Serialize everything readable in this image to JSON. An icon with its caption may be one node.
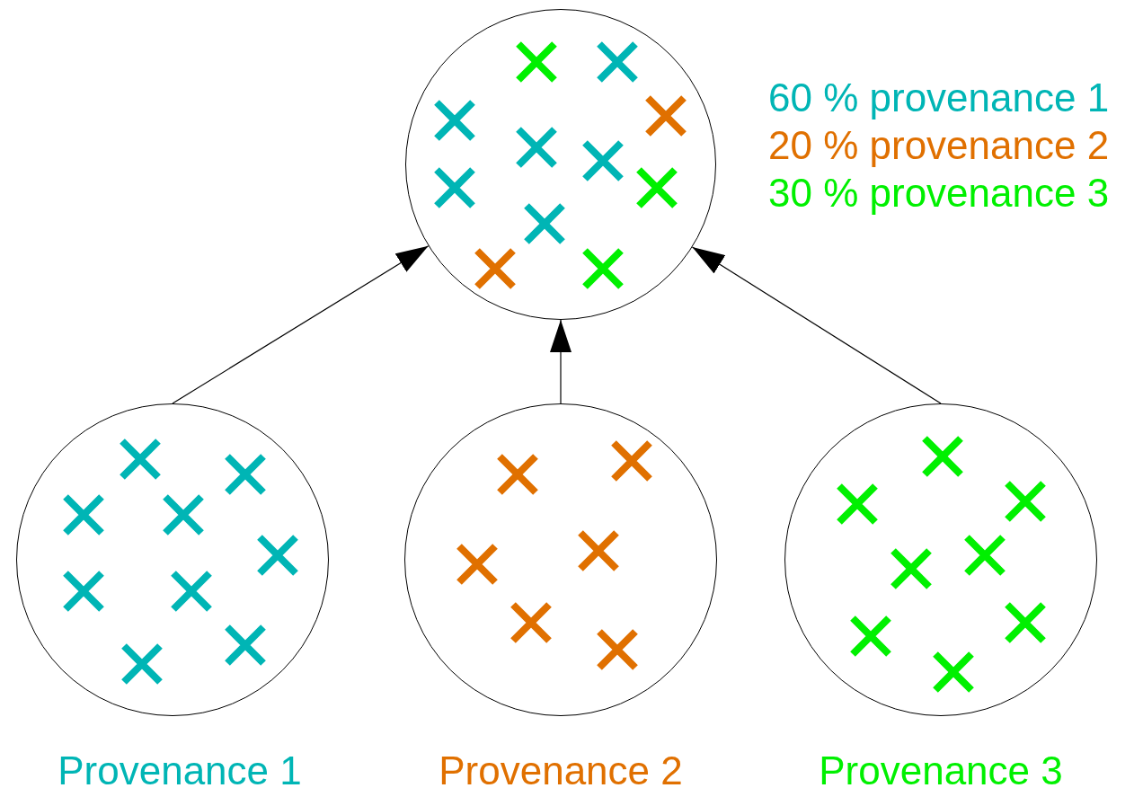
{
  "diagram": {
    "nodes": [
      {
        "text": [],
        "shape": "circle",
        "beside": [
          "60 % provenance 1",
          "20 % provenance 2",
          "30 % provenance 3"
        ]
      },
      {
        "text": [],
        "shape": "circle",
        "beside": [
          "Provenance 1"
        ]
      },
      {
        "text": [],
        "shape": "circle",
        "beside": [
          "Provenance 2"
        ]
      },
      {
        "text": [],
        "shape": "circle",
        "beside": [
          "Provenance 3"
        ]
      }
    ],
    "edges": [
      {
        "from": 1,
        "to": 0,
        "arrow": "to"
      },
      {
        "from": 2,
        "to": 0,
        "arrow": "to"
      },
      {
        "from": 3,
        "to": 0,
        "arrow": "to"
      }
    ]
  }
}
